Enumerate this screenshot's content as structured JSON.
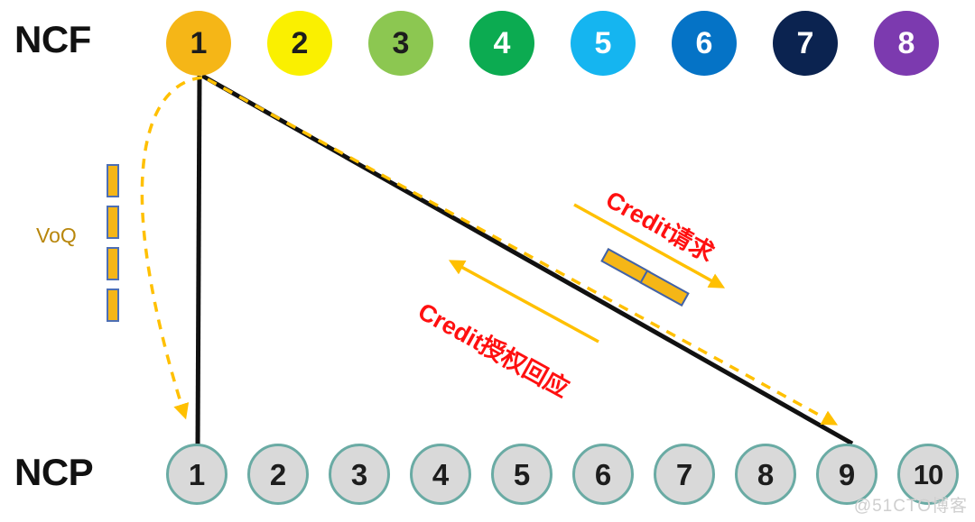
{
  "rows": {
    "ncf": {
      "label": "NCF",
      "nodes": [
        {
          "num": "1",
          "color": "#F5B617",
          "text_color": "#1d1d1d"
        },
        {
          "num": "2",
          "color": "#FAF000",
          "text_color": "#1d1d1d"
        },
        {
          "num": "3",
          "color": "#8CC751",
          "text_color": "#1d1d1d"
        },
        {
          "num": "4",
          "color": "#0CAB51",
          "text_color": "#ffffff"
        },
        {
          "num": "5",
          "color": "#15B5F0",
          "text_color": "#ffffff"
        },
        {
          "num": "6",
          "color": "#0573C6",
          "text_color": "#ffffff"
        },
        {
          "num": "7",
          "color": "#0B2350",
          "text_color": "#ffffff"
        },
        {
          "num": "8",
          "color": "#7C3AAF",
          "text_color": "#ffffff"
        }
      ]
    },
    "ncp": {
      "label": "NCP",
      "fill": "#d9d9d9",
      "border": "#6aaba4",
      "nodes": [
        {
          "num": "1"
        },
        {
          "num": "2"
        },
        {
          "num": "3"
        },
        {
          "num": "4"
        },
        {
          "num": "5"
        },
        {
          "num": "6"
        },
        {
          "num": "7"
        },
        {
          "num": "8"
        },
        {
          "num": "9"
        },
        {
          "num": "10"
        }
      ]
    }
  },
  "voq": {
    "label": "VoQ",
    "label_color": "#b8860b",
    "block_fill": "#F5B617",
    "block_border": "#4d6fb5",
    "block_count": 4
  },
  "packets": {
    "fill": "#F5B617",
    "border": "#3f62ae",
    "count": 2
  },
  "annotations": {
    "credit_request": "Credit请求",
    "credit_grant": "Credit授权回应",
    "text_color": "#ff1010",
    "arrow_color": "#FFC000"
  },
  "links": {
    "solid_color": "#111111",
    "dashed_color": "#FFC000"
  },
  "watermark": "@51CTO博客"
}
